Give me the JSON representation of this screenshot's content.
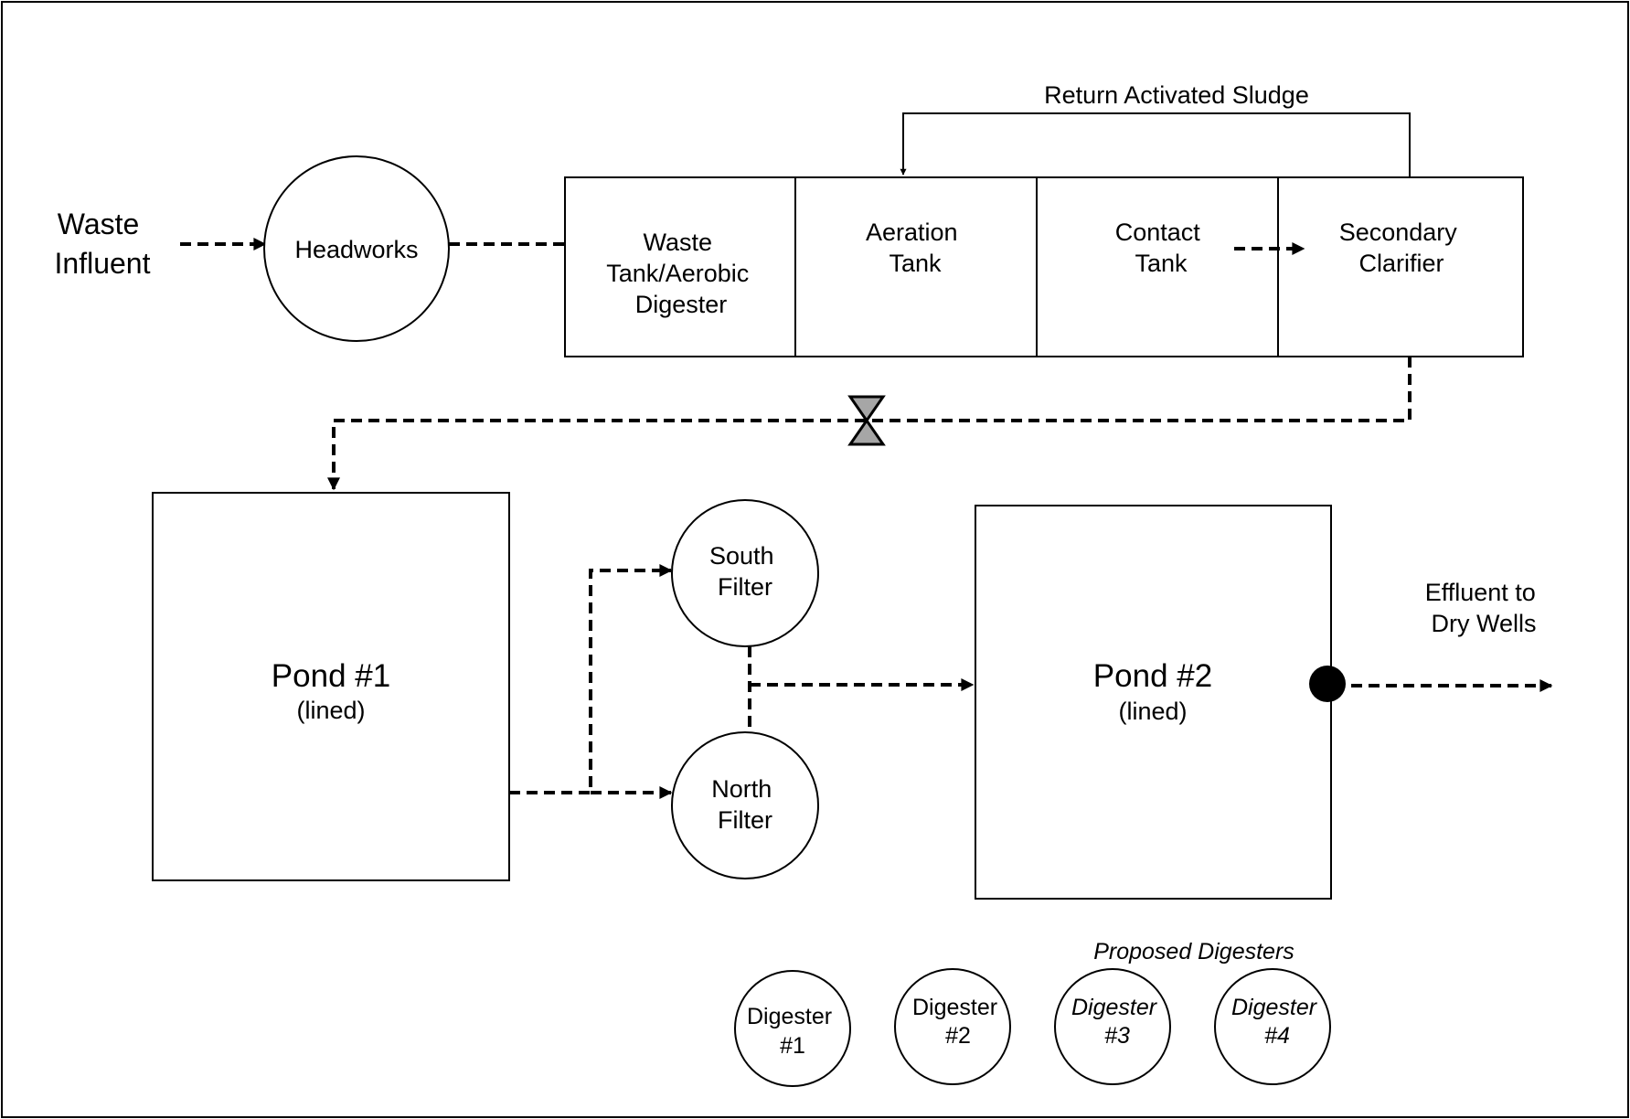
{
  "labels": {
    "waste_influent": [
      "Waste",
      "Influent"
    ],
    "headworks": "Headworks",
    "return_activated_sludge": "Return Activated Sludge",
    "waste_tank": [
      "Waste",
      "Tank/Aerobic",
      "Digester"
    ],
    "aeration_tank": [
      "Aeration",
      "Tank"
    ],
    "contact_tank": [
      "Contact",
      "Tank"
    ],
    "secondary_clarifier": [
      "Secondary",
      "Clarifier"
    ],
    "pond1": {
      "name": "Pond #1",
      "note": "(lined)"
    },
    "pond2": {
      "name": "Pond #2",
      "note": "(lined)"
    },
    "south_filter": [
      "South",
      "Filter"
    ],
    "north_filter": [
      "North",
      "Filter"
    ],
    "effluent": [
      "Effluent to",
      "Dry Wells"
    ],
    "proposed_digesters": "Proposed Digesters",
    "digesters": [
      [
        "Digester",
        "#1"
      ],
      [
        "Digester",
        "#2"
      ],
      [
        "Digester",
        "#3"
      ],
      [
        "Digester",
        "#4"
      ]
    ]
  },
  "colors": {
    "line": "#000000",
    "valve_fill": "#a6a6a6",
    "outlet_fill": "#000000"
  },
  "icons": {
    "valve": "gate-valve-icon",
    "outlet": "outlet-point-icon"
  }
}
